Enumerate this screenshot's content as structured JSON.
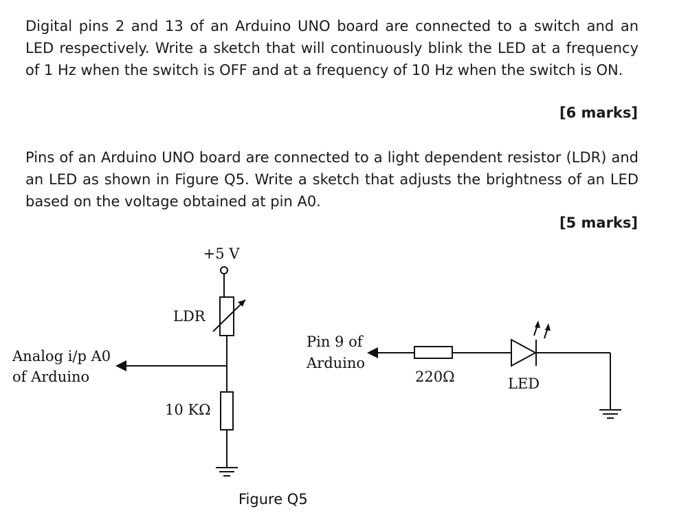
{
  "question_1": {
    "text": "Digital pins 2 and 13 of an Arduino UNO board are connected to a switch and an LED respectively. Write a sketch that will continuously blink the LED at a frequency of 1 Hz when the switch is OFF and at a frequency of 10 Hz when the switch is ON.",
    "marks": "[6 marks]"
  },
  "question_2": {
    "text": "Pins of an Arduino UNO board are connected to a light dependent resistor (LDR) and an LED as shown in Figure Q5. Write a sketch that adjusts the brightness of an LED based on the voltage obtained at pin A0.",
    "marks": "[5 marks]"
  },
  "figure": {
    "supply": "+5 V",
    "ldr": "LDR",
    "resistor_divider": "10 KΩ",
    "analog_line1": "Analog i/p A0",
    "analog_line2": "of Arduino",
    "pin9_line1": "Pin 9 of",
    "pin9_line2": "Arduino",
    "resistor_led": "220Ω",
    "led": "LED",
    "caption": "Figure Q5"
  }
}
